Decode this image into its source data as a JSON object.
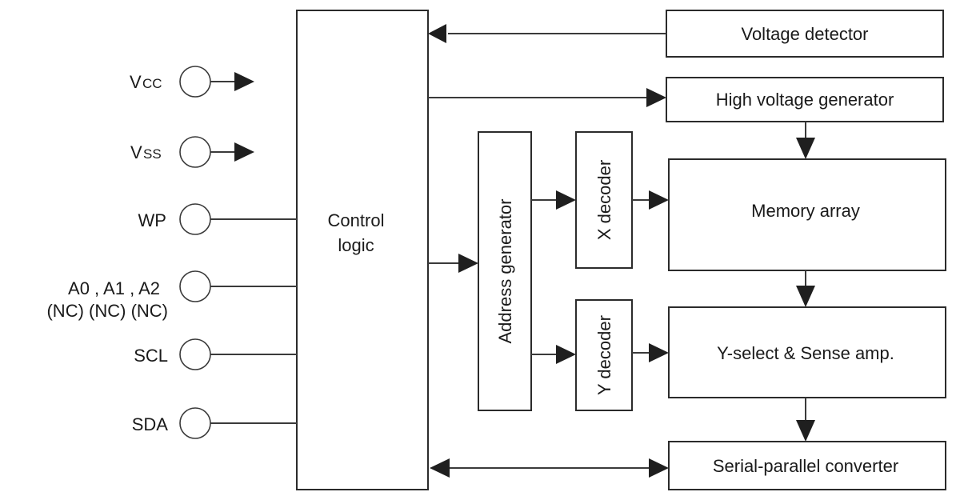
{
  "diagram": {
    "type": "block-diagram",
    "pins": [
      {
        "id": "vcc",
        "label": "V",
        "subscript": "CC",
        "direction": "out-arrow"
      },
      {
        "id": "vss",
        "label": "V",
        "subscript": "SS",
        "direction": "out-arrow"
      },
      {
        "id": "wp",
        "label": "WP",
        "direction": "to-control-logic"
      },
      {
        "id": "a0a1a2",
        "label": "A0 ,  A1 ,  A2",
        "label_line2": "(NC) (NC) (NC)",
        "direction": "to-control-logic"
      },
      {
        "id": "scl",
        "label": "SCL",
        "direction": "to-control-logic"
      },
      {
        "id": "sda",
        "label": "SDA",
        "direction": "to-control-logic"
      }
    ],
    "blocks": {
      "control_logic": {
        "line1": "Control",
        "line2": "logic"
      },
      "voltage_detector": "Voltage detector",
      "high_voltage_generator": "High voltage generator",
      "address_generator": "Address generator",
      "x_decoder": "X decoder",
      "y_decoder": "Y decoder",
      "memory_array": "Memory array",
      "y_select": "Y-select & Sense amp.",
      "serial_parallel": "Serial-parallel converter"
    },
    "connections": [
      {
        "from": "voltage_detector",
        "to": "control_logic"
      },
      {
        "from": "control_logic",
        "to": "high_voltage_generator"
      },
      {
        "from": "high_voltage_generator",
        "to": "memory_array"
      },
      {
        "from": "control_logic",
        "to": "address_generator"
      },
      {
        "from": "address_generator",
        "to": "x_decoder"
      },
      {
        "from": "address_generator",
        "to": "y_decoder"
      },
      {
        "from": "x_decoder",
        "to": "memory_array"
      },
      {
        "from": "y_decoder",
        "to": "y_select"
      },
      {
        "from": "memory_array",
        "to": "y_select"
      },
      {
        "from": "y_select",
        "to": "serial_parallel"
      },
      {
        "from": "control_logic",
        "to": "serial_parallel",
        "bidirectional": true
      }
    ]
  }
}
